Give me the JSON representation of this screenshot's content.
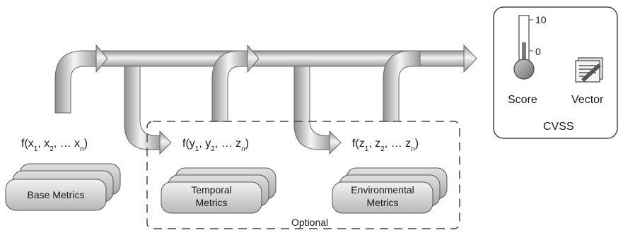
{
  "inputs": {
    "base_function": {
      "pre": "f(x",
      "s1": "1",
      "m1": ", x",
      "s2": "2",
      "m2": ", … x",
      "s3": "n",
      "post": ")"
    },
    "temporal_function": {
      "pre": "f(y",
      "s1": "1",
      "m1": ", y",
      "s2": "2",
      "m2": ", … z",
      "s3": "n",
      "post": ")"
    },
    "environmental_function": {
      "pre": "f(z",
      "s1": "1",
      "m1": ", z",
      "s2": "2",
      "m2": ", … z",
      "s3": "n",
      "post": ")"
    }
  },
  "metrics": {
    "base": "Base Metrics",
    "temporal_line1": "Temporal",
    "temporal_line2": "Metrics",
    "environmental_line1": "Environmental",
    "environmental_line2": "Metrics"
  },
  "optional_label": "Optional",
  "cvss": {
    "title": "CVSS",
    "score_label": "Score",
    "vector_label": "Vector",
    "scale_max": "10",
    "scale_min": "0"
  },
  "colors": {
    "arrow_light": "#f2f2f2",
    "arrow_dark": "#9a9a9a",
    "stroke": "#555555",
    "card_light": "#e8e8e8",
    "card_dark": "#bcbcbc"
  }
}
